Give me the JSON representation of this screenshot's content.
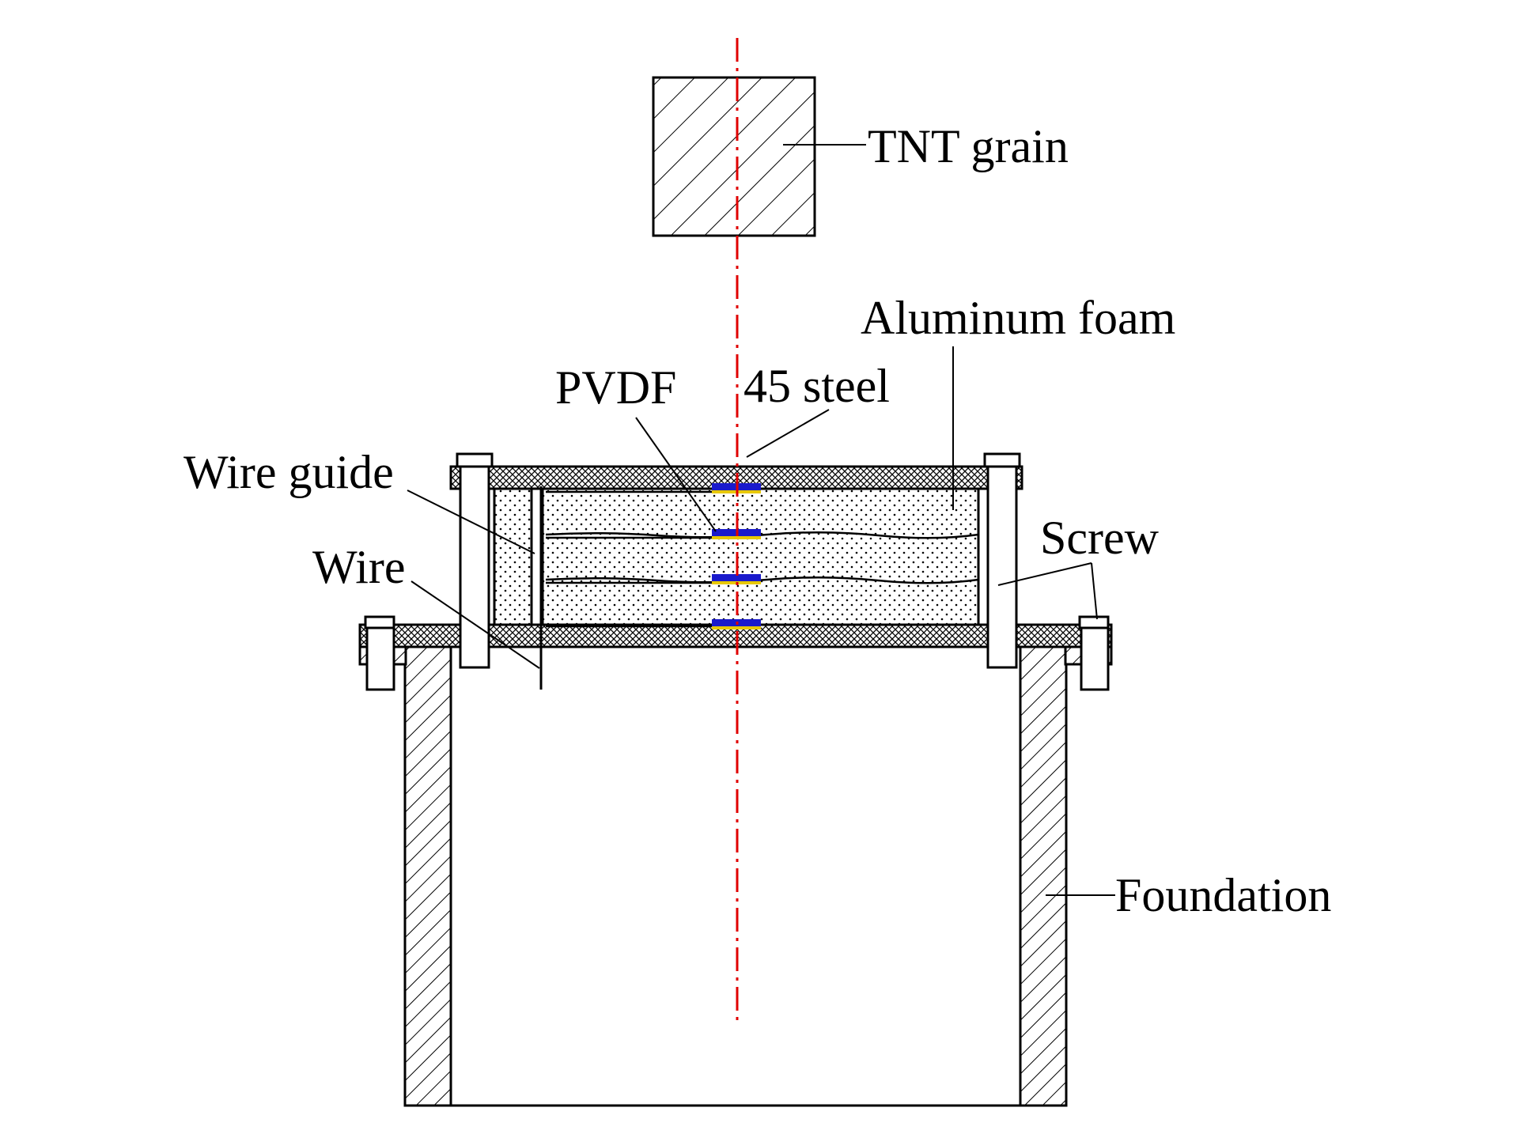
{
  "labels": {
    "tnt": "TNT grain",
    "aluminum_foam": "Aluminum foam",
    "pvdf": "PVDF",
    "steel": "45 steel",
    "wire_guide": "Wire guide",
    "wire": "Wire",
    "screw": "Screw",
    "foundation": "Foundation"
  },
  "colors": {
    "axis_line": "#e00000",
    "pvdf_sensor": "#1a1acc",
    "pvdf_backing": "#e8c800",
    "outline": "#000000"
  },
  "pvdf_layers": 4
}
